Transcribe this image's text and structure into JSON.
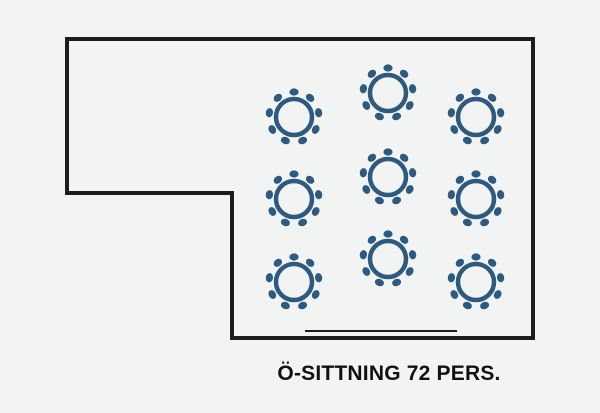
{
  "caption": "Ö-SITTNING 72 PERS.",
  "seats_per_table": 9,
  "tables_count": 8,
  "colors": {
    "background": "#f2f4f4",
    "walls": "#1c1c1c",
    "table": "#2f5a80",
    "stage_line": "#1c1c1c"
  },
  "icons": {
    "table": "round-table-icon",
    "seat": "chair-icon"
  }
}
